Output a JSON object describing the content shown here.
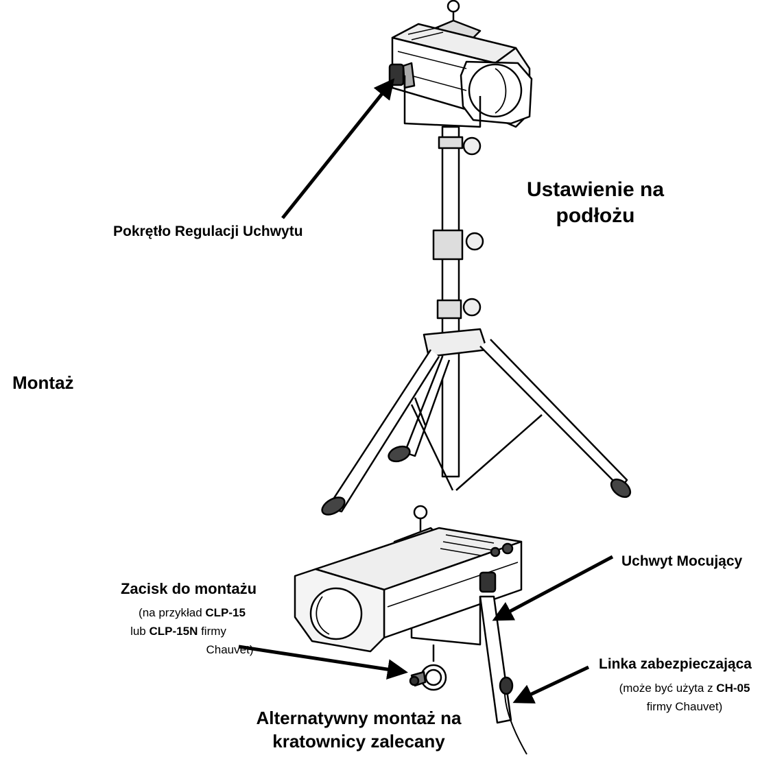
{
  "labels": {
    "pokretlo": "Pokrętło Regulacji Uchwytu",
    "ustawienie_line1": "Ustawienie na",
    "ustawienie_line2": "podłożu",
    "montaz": "Montaż",
    "uchwyt": "Uchwyt Mocujący",
    "zacisk_title": "Zacisk do montażu",
    "zacisk_note_a": "(na przykład ",
    "zacisk_note_a_bold": "CLP-15",
    "zacisk_note_b": "lub ",
    "zacisk_note_b_bold": "CLP-15N",
    "zacisk_note_b_tail": " firmy",
    "zacisk_note_c": "Chauvet)",
    "linka_title": "Linka zabezpieczająca",
    "linka_note_a": "(może być użyta z ",
    "linka_note_a_bold": "CH-05",
    "linka_note_b": "firmy Chauvet)",
    "alt_line1": "Alternatywny montaż na",
    "alt_line2": "kratownicy zalecany"
  },
  "colors": {
    "line": "#000000",
    "background": "#ffffff",
    "fill": "#ffffff",
    "shade": "#d8d8d8"
  }
}
